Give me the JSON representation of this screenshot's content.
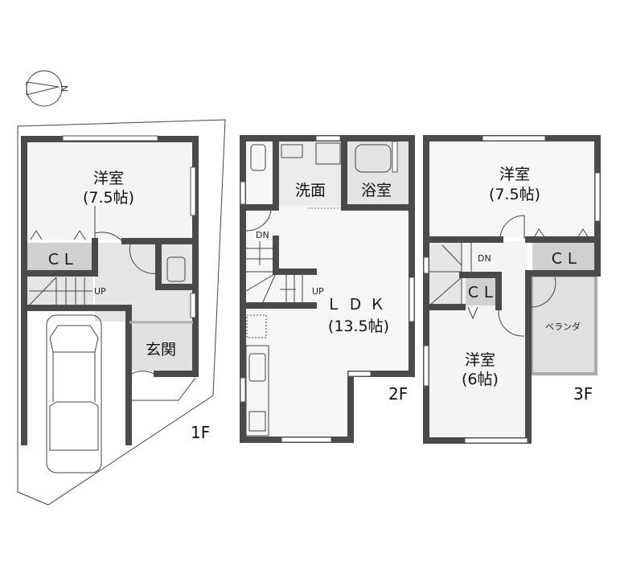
{
  "floors": [
    {
      "label": "1F",
      "rooms": [
        {
          "name": "洋室",
          "size": "(7.5帖)"
        },
        {
          "name": "ＣＬ"
        },
        {
          "name": "玄関"
        }
      ],
      "stair": "UP"
    },
    {
      "label": "2F",
      "rooms": [
        {
          "name": "洗面"
        },
        {
          "name": "浴室"
        },
        {
          "name": "ＬＤＫ",
          "size": "(13.5帖)"
        }
      ],
      "stair_dn": "DN",
      "stair_up": "UP"
    },
    {
      "label": "3F",
      "rooms": [
        {
          "name": "洋室",
          "size": "(7.5帖)"
        },
        {
          "name": "ＣＬ"
        },
        {
          "name": "ＣＬ"
        },
        {
          "name": "洋室",
          "size": "(6帖)"
        },
        {
          "name": "ベランダ"
        }
      ],
      "stair": "DN"
    }
  ],
  "compass": "N",
  "colors": {
    "wall": "#4a4a4a",
    "room": "#f4f4f4",
    "closet": "#d0d0d0",
    "hall": "#e6e6e6"
  }
}
